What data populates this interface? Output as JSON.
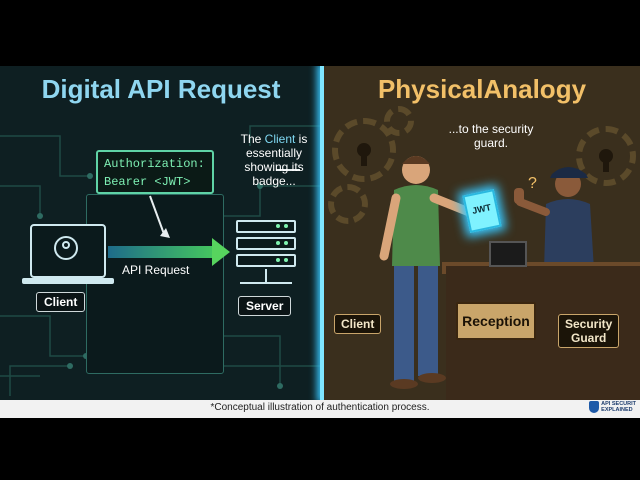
{
  "left": {
    "title": "Digital API Request",
    "auth_line1": "Authorization:",
    "auth_line2": "Bearer <JWT>",
    "bubble_prefix": "The ",
    "bubble_highlight": "Client",
    "bubble_suffix": " is essentially showing its badge...",
    "api_label": "API Request",
    "client_label": "Client",
    "server_label": "Server"
  },
  "right": {
    "title": "PhysicalAnalogy",
    "guard_text": "...to the security guard.",
    "jwt_label": "JWT",
    "client_label": "Client",
    "reception_label": "Reception",
    "guard_label_line1": "Security",
    "guard_label_line2": "Guard"
  },
  "footer": {
    "caption": "*Conceptual illustration of authentication process.",
    "logo_text": "API SECURIT\nEXPLAINED"
  },
  "colors": {
    "left_accent": "#8fd6f0",
    "right_accent": "#f2c068",
    "divider": "#7fe6ff"
  },
  "icons": [
    "user-icon",
    "server-icon",
    "gear-icon",
    "keyhole-icon",
    "shield-icon",
    "arrow-icon"
  ]
}
